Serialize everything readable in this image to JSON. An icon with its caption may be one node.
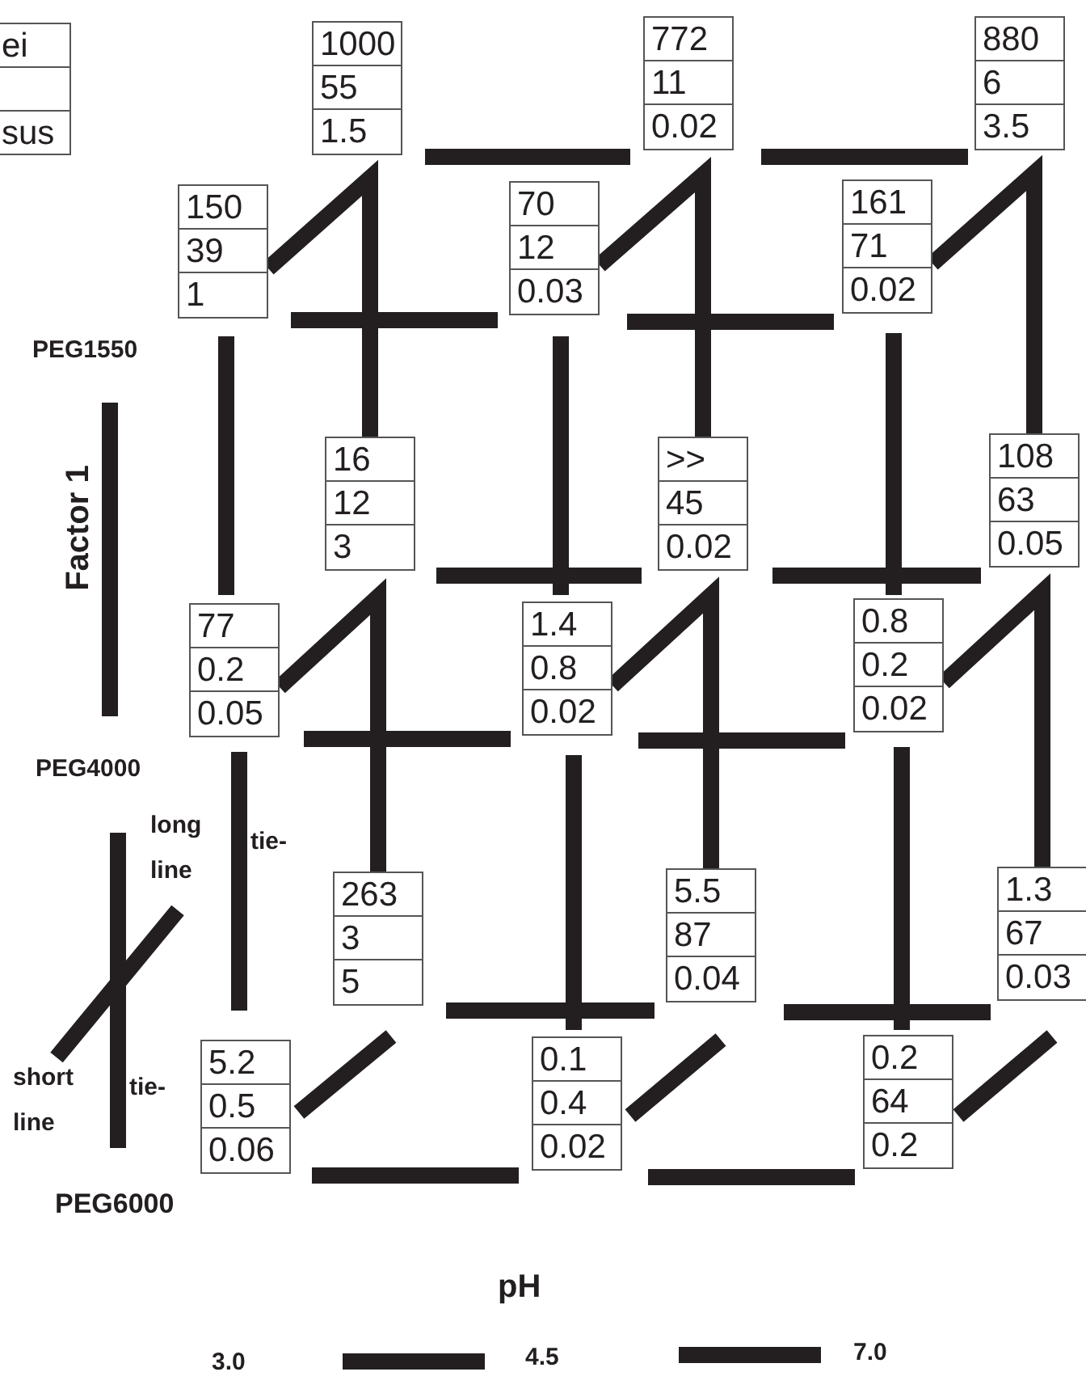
{
  "diagram": {
    "nodes": [
      {
        "text": [
          "1000",
          "55",
          "1.5"
        ]
      },
      {
        "text": [
          "772",
          "11",
          "0.02"
        ]
      },
      {
        "text": [
          "880",
          "6",
          "3.5"
        ]
      },
      {
        "text": [
          "150",
          "39",
          "1"
        ]
      },
      {
        "text": [
          "70",
          "12",
          "0.03"
        ]
      },
      {
        "text": [
          "161",
          "71",
          "0.02"
        ]
      },
      {
        "text": [
          "16",
          "12",
          "3"
        ]
      },
      {
        "text": [
          ">>",
          "45",
          "0.02"
        ]
      },
      {
        "text": [
          "108",
          "63",
          "0.05"
        ]
      },
      {
        "text": [
          "77",
          "0.2",
          "0.05"
        ]
      },
      {
        "text": [
          "1.4",
          "0.8",
          "0.02"
        ]
      },
      {
        "text": [
          "0.8",
          "0.2",
          "0.02"
        ]
      },
      {
        "text": [
          "263",
          "3",
          "5"
        ]
      },
      {
        "text": [
          "5.5",
          "87",
          "0.04"
        ]
      },
      {
        "text": [
          "1.3",
          "67",
          "0.03"
        ]
      },
      {
        "text": [
          "5.2",
          "0.5",
          "0.06"
        ]
      },
      {
        "text": [
          "0.1",
          "0.4",
          "0.02"
        ]
      },
      {
        "text": [
          "0.2",
          "64",
          "0.2"
        ]
      }
    ],
    "edges": [
      {
        "from": 3,
        "to": 6,
        "arrow": "none"
      },
      {
        "from": 4,
        "to": 7,
        "arrow": "none"
      },
      {
        "from": 5,
        "to": 8,
        "arrow": "none"
      },
      {
        "from": 9,
        "to": 12,
        "arrow": "none"
      },
      {
        "from": 10,
        "to": 13,
        "arrow": "none"
      },
      {
        "from": 11,
        "to": 14,
        "arrow": "none"
      }
    ],
    "labels": [
      "ei",
      "sus",
      "PEG1550",
      "Factor 1",
      "PEG4000",
      "long",
      "tie-",
      "line",
      "short",
      "tie-",
      "line",
      "PEG6000",
      "pH",
      "3.0",
      "4.5",
      "7.0"
    ]
  }
}
